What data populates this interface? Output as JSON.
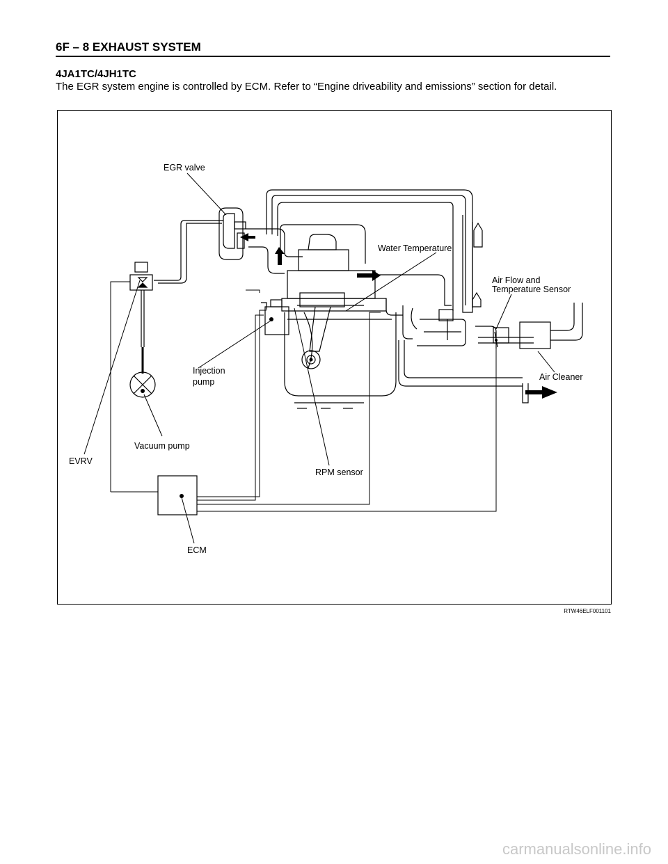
{
  "header": {
    "section": "6F – 8   EXHAUST SYSTEM"
  },
  "content": {
    "model": "4JA1TC/4JH1TC",
    "intro": "The EGR system engine is controlled by ECM. Refer to “Engine driveability and emissions” section for detail."
  },
  "figure": {
    "labels": {
      "egr_valve": "EGR valve",
      "water_temperature": "Water Temperature",
      "air_flow_1": "Air Flow and",
      "air_flow_2": "Temperature  Sensor",
      "injection_1": "Injection",
      "injection_2": "pump",
      "air_cleaner": "Air Cleaner",
      "vacuum_pump": "Vacuum pump",
      "evrv": "EVRV",
      "rpm_sensor": "RPM sensor",
      "ecm": "ECM"
    },
    "code": "RTW46ELF001101"
  },
  "footer": {
    "watermark": "carmanualsonline.info"
  }
}
